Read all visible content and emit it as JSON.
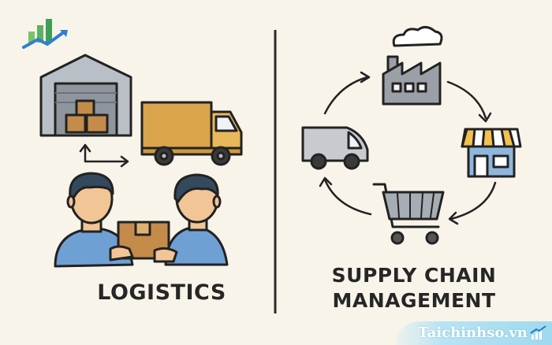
{
  "left_title": "LOGISTICS",
  "right_title_line1": "SUPPLY CHAIN",
  "right_title_line2": "MANAGEMENT",
  "watermark": "Taichinhso.vn",
  "colors": {
    "background": "#f8f4ea",
    "truck_cargo": "#d9a44c",
    "box": "#c58b4b",
    "shirt": "#6fa0d4",
    "skin": "#f2c596",
    "hair": "#34495e",
    "factory_gray": "#9aa0a6",
    "awning_yellow": "#f2c14e",
    "store_blue": "#8fb6dd",
    "watermark_blue": "#9fd9ef"
  },
  "icons": [
    "logo-icon",
    "warehouse-icon",
    "delivery-truck-icon",
    "two-way-arrow-icon",
    "person-icon",
    "package-icon",
    "factory-icon",
    "store-icon",
    "shopping-cart-icon",
    "van-icon",
    "cycle-arrows-icon",
    "watermark-chart-icon"
  ]
}
